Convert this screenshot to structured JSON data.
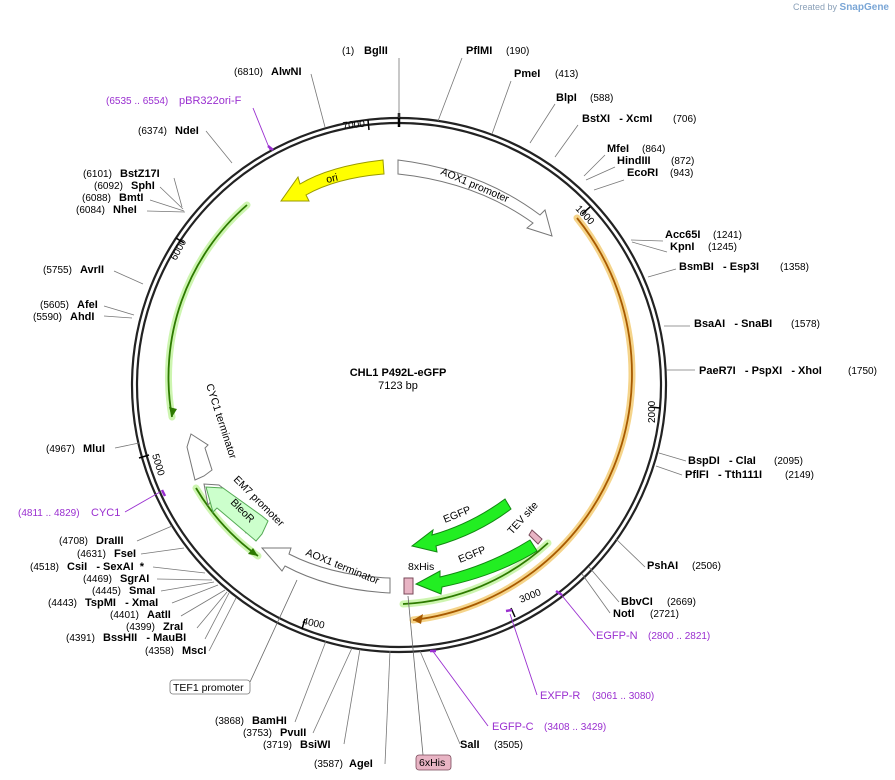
{
  "brand": {
    "prefix": "Created by",
    "name": "SnapGene"
  },
  "plasmid": {
    "name": "CHL1 P492L-eGFP",
    "size_label": "7123 bp",
    "length": 7123
  },
  "ticks": [
    "1000",
    "2000",
    "3000",
    "4000",
    "5000",
    "6000",
    "7000"
  ],
  "features": [
    {
      "name": "AOX1 promoter",
      "color": "#ffffff",
      "stroke": "#777777"
    },
    {
      "name": "ori",
      "color": "#ffff00",
      "stroke": "#999900"
    },
    {
      "name": "CYC1 terminator",
      "color": "#ffffff",
      "stroke": "#777777"
    },
    {
      "name": "EM7 promoter",
      "color": "#ffffff",
      "stroke": "#777777"
    },
    {
      "name": "BleoR",
      "color": "#ccffcc",
      "stroke": "#55aa55"
    },
    {
      "name": "AOX1 terminator",
      "color": "#ffffff",
      "stroke": "#777777"
    },
    {
      "name": "EGFP",
      "color": "#22ee22",
      "stroke": "#118811"
    },
    {
      "name": "EGFP",
      "color": "#22ee22",
      "stroke": "#118811"
    },
    {
      "name": "TEV site",
      "color": "#e8b4c4",
      "stroke": "#7a4a5a"
    },
    {
      "name": "8xHis",
      "color": "#e8b4c4",
      "stroke": "#7a4a5a"
    },
    {
      "name": "TEF1 promoter",
      "color": "#ffffff",
      "stroke": "#777777"
    },
    {
      "name": "6xHis",
      "color": "#e8b4c4",
      "stroke": "#7a4a5a"
    }
  ],
  "sites": [
    {
      "name": "BglII",
      "pos": "(1)"
    },
    {
      "name": "PflMI",
      "pos": "(190)"
    },
    {
      "name": "PmeI",
      "pos": "(413)"
    },
    {
      "name": "BlpI",
      "pos": "(588)"
    },
    {
      "name": "BstXI   - XcmI",
      "pos": "(706)"
    },
    {
      "name": "MfeI",
      "pos": "(864)"
    },
    {
      "name": "HindIII",
      "pos": "(872)"
    },
    {
      "name": "EcoRI",
      "pos": "(943)"
    },
    {
      "name": "Acc65I",
      "pos": "(1241)"
    },
    {
      "name": "KpnI",
      "pos": "(1245)"
    },
    {
      "name": "BsmBI   - Esp3I",
      "pos": "(1358)"
    },
    {
      "name": "BsaAI   - SnaBI",
      "pos": "(1578)"
    },
    {
      "name": "PaeR7I   - PspXI   - XhoI",
      "pos": "(1750)"
    },
    {
      "name": "BspDI   - ClaI",
      "pos": "(2095)"
    },
    {
      "name": "PflFI   - Tth111I",
      "pos": "(2149)"
    },
    {
      "name": "PshAI",
      "pos": "(2506)"
    },
    {
      "name": "BbvCI",
      "pos": "(2669)"
    },
    {
      "name": "NotI",
      "pos": "(2721)"
    },
    {
      "name": "SalI",
      "pos": "(3505)"
    },
    {
      "name": "AgeI",
      "pos": "(3587)"
    },
    {
      "name": "BsiWI",
      "pos": "(3719)"
    },
    {
      "name": "PvuII",
      "pos": "(3753)"
    },
    {
      "name": "BamHI",
      "pos": "(3868)"
    },
    {
      "name": "MscI",
      "pos": "(4358)"
    },
    {
      "name": "BssHII   - MauBI",
      "pos": "(4391)"
    },
    {
      "name": "ZraI",
      "pos": "(4399)"
    },
    {
      "name": "AatII",
      "pos": "(4401)"
    },
    {
      "name": "TspMI   - XmaI",
      "pos": "(4443)"
    },
    {
      "name": "SmaI",
      "pos": "(4445)"
    },
    {
      "name": "SgrAI",
      "pos": "(4469)"
    },
    {
      "name": "CsiI   - SexAI  *",
      "pos": "(4518)"
    },
    {
      "name": "FseI",
      "pos": "(4631)"
    },
    {
      "name": "DraIII",
      "pos": "(4708)"
    },
    {
      "name": "MluI",
      "pos": "(4967)"
    },
    {
      "name": "AhdI",
      "pos": "(5590)"
    },
    {
      "name": "AfeI",
      "pos": "(5605)"
    },
    {
      "name": "AvrII",
      "pos": "(5755)"
    },
    {
      "name": "NheI",
      "pos": "(6084)"
    },
    {
      "name": "BmtI",
      "pos": "(6088)"
    },
    {
      "name": "SphI",
      "pos": "(6092)"
    },
    {
      "name": "BstZ17I",
      "pos": "(6101)"
    },
    {
      "name": "NdeI",
      "pos": "(6374)"
    },
    {
      "name": "AlwNI",
      "pos": "(6810)"
    }
  ],
  "primers": [
    {
      "name": "pBR322ori-F",
      "pos": "(6535 .. 6554)"
    },
    {
      "name": "CYC1",
      "pos": "(4811 .. 4829)"
    },
    {
      "name": "EGFP-N",
      "pos": "(2800 .. 2821)"
    },
    {
      "name": "EXFP-R",
      "pos": "(3061 .. 3080)"
    },
    {
      "name": "EGFP-C",
      "pos": "(3408 .. 3429)"
    }
  ]
}
